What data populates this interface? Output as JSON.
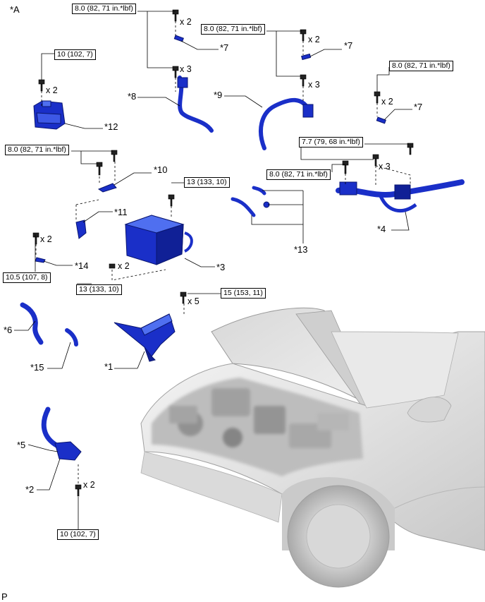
{
  "diagram": {
    "view_label": "*A",
    "footer_mark": "P",
    "callouts": {
      "c1": "*1",
      "c2": "*2",
      "c3": "*3",
      "c4": "*4",
      "c5": "*5",
      "c6": "*6",
      "c7a": "*7",
      "c7b": "*7",
      "c7c": "*7",
      "c8": "*8",
      "c9": "*9",
      "c10": "*10",
      "c11": "*11",
      "c12": "*12",
      "c13": "*13",
      "c14": "*14",
      "c15": "*15"
    },
    "torque": {
      "t_top_center": "8.0 (82, 71 in.*lbf)",
      "t_top_mid": "8.0 (82, 71 in.*lbf)",
      "t_right_top": "8.0 (82, 71 in.*lbf)",
      "t_left_top": "10 (102, 7)",
      "t_left_mid": "8.0 (82, 71 in.*lbf)",
      "t_inverter_top": "13 (133, 10)",
      "t_right_77": "7.7 (79, 68 in.*lbf)",
      "t_right_80b": "8.0 (82, 71 in.*lbf)",
      "t_left_105": "10.5 (107, 8)",
      "t_inverter_bottom": "13 (133, 10)",
      "t_bracket": "15 (153, 11)",
      "t_bottom": "10 (102, 7)"
    },
    "multipliers": {
      "m1": "x 2",
      "m2": "x 3",
      "m3": "x 2",
      "m4": "x 3",
      "m5": "x 2",
      "m6": "x 2",
      "m7": "x 3",
      "m8": "x 2",
      "m9": "x 2",
      "m10": "x 5",
      "m11": "x 2"
    },
    "colors": {
      "part_fill": "#1a2fc8",
      "part_dark": "#0a1670",
      "part_light": "#4f6ff0",
      "leader": "#000000",
      "vehicle": "#cfcfcf"
    }
  }
}
